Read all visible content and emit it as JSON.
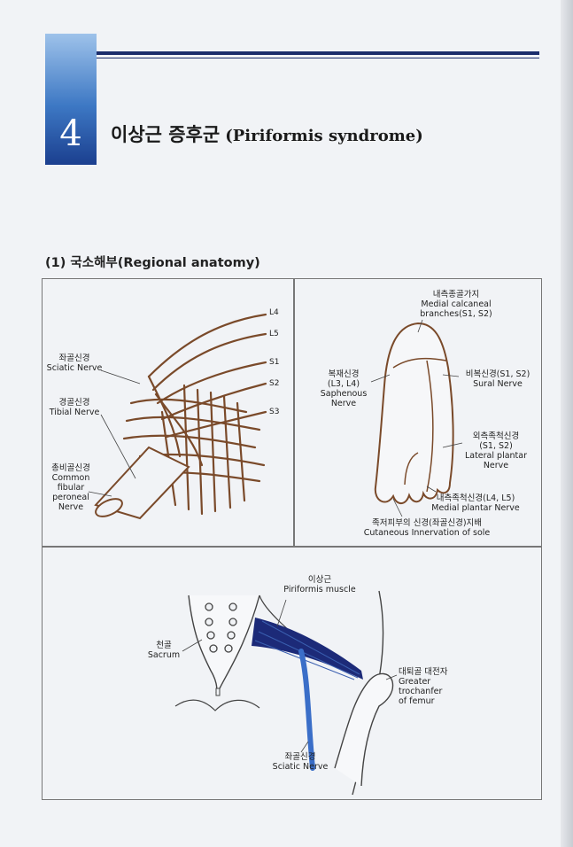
{
  "chapter": {
    "number": "4",
    "title_ko": "이상근 증후군",
    "title_en": "(Piriformis syndrome)"
  },
  "section": {
    "heading": "(1) 국소해부(Regional anatomy)"
  },
  "panel_left": {
    "roots": [
      "L4",
      "L5",
      "S1",
      "S2",
      "S3"
    ],
    "sciatic": [
      "좌골신경",
      "Sciatic Nerve"
    ],
    "tibial": [
      "경골신경",
      "Tibial Nerve"
    ],
    "fibular": [
      "총비골신경",
      "Common",
      "fibular",
      "peroneal",
      "Nerve"
    ]
  },
  "panel_right": {
    "medial_calcaneal": [
      "내측종골가지",
      "Medial calcaneal",
      "branches(S1, S2)"
    ],
    "saphenous": [
      "복재신경",
      "(L3, L4)",
      "Saphenous",
      "Nerve"
    ],
    "sural": [
      "비복신경(S1, S2)",
      "Sural Nerve"
    ],
    "lateral_plantar": [
      "외측족척신경",
      "(S1, S2)",
      "Lateral plantar",
      "Nerve"
    ],
    "medial_plantar": [
      "내측족척신경(L4, L5)",
      "Medial plantar Nerve"
    ],
    "caption": [
      "족저피부의 신경(좌골신경)지배",
      "Cutaneous Innervation of sole"
    ]
  },
  "panel_bottom": {
    "piriformis": [
      "이상근",
      "Piriformis muscle"
    ],
    "sacrum": [
      "천골",
      "Sacrum"
    ],
    "trochanter": [
      "대퇴골 대전자",
      "Greater",
      "trochanfer",
      "of femur"
    ],
    "sciatic": [
      "좌골신경",
      "Sciatic Nerve"
    ]
  },
  "colors": {
    "accent_blue": "#1b3f8f",
    "muscle": "#1c2a78",
    "nerve_blue": "#3a6ec8",
    "nerve_brown": "#7a4a2a"
  }
}
